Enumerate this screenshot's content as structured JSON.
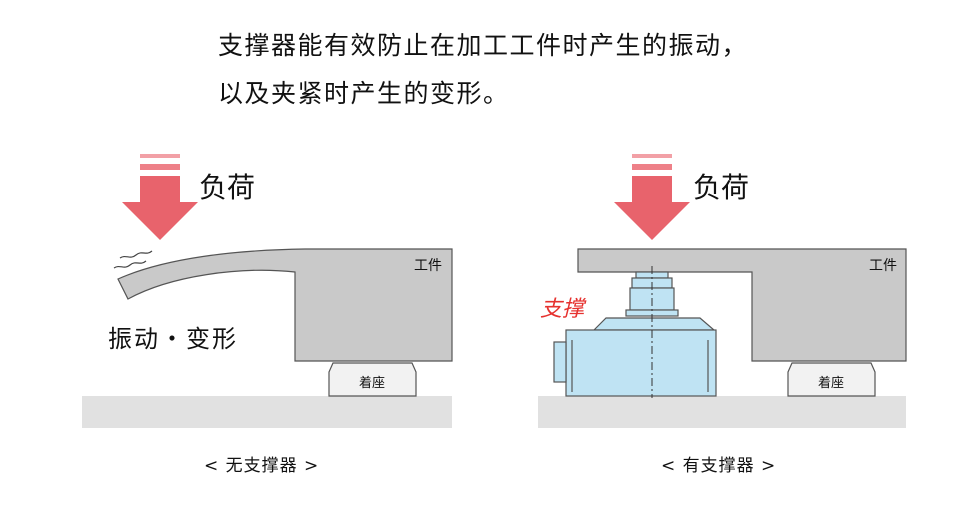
{
  "headline": {
    "line1": "支撑器能有效防止在加工工件时产生的振动，",
    "line2": "以及夹紧时产生的变形。"
  },
  "left_panel": {
    "load_label": "负荷",
    "workpiece_label": "工件",
    "seat_label": "着座",
    "effect_label": "振动・变形",
    "caption": "< 无支撑器 >"
  },
  "right_panel": {
    "load_label": "负荷",
    "workpiece_label": "工件",
    "seat_label": "着座",
    "support_label": "支撑",
    "caption": "< 有支撑器 >"
  },
  "colors": {
    "arrow": "#e8636c",
    "arrow_light": "#f2a0a6",
    "workpiece": "#c9c9c9",
    "base": "#e1e1e1",
    "seat": "#f2f2f2",
    "support": "#bfe3f3",
    "support_label": "#e6322f"
  }
}
